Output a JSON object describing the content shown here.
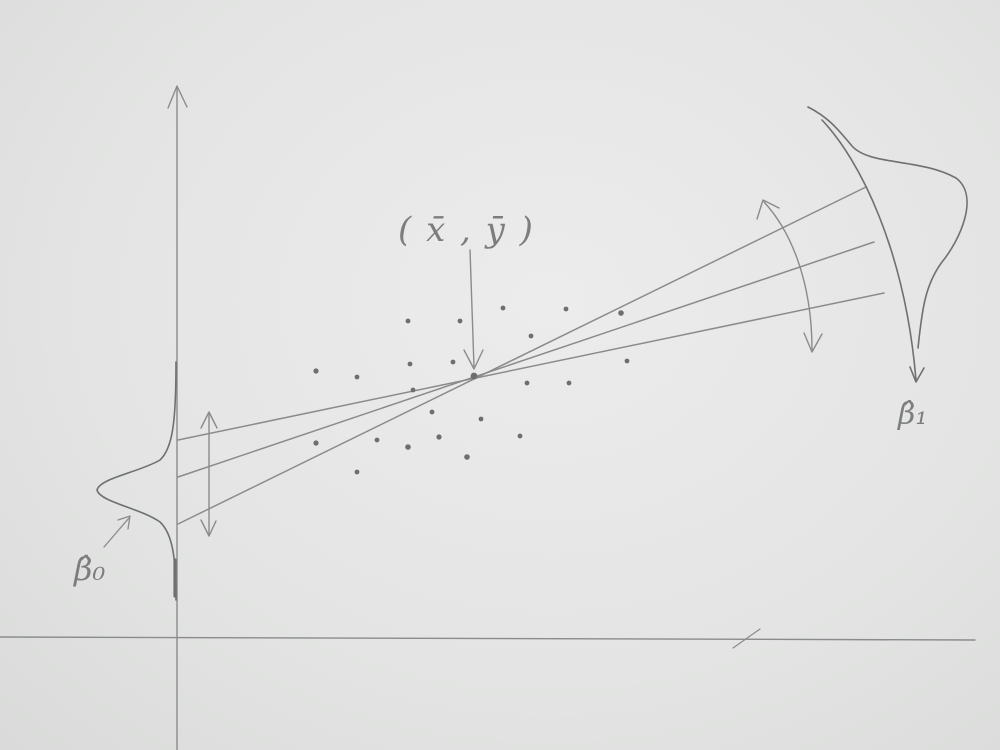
{
  "labels": {
    "mean_point": "( x̄ , ȳ )",
    "beta0": "β̂₀",
    "beta1": "β̂₁"
  },
  "colors": {
    "paper": "#e6e7e6",
    "pencil": "#8a8b8c",
    "dot": "#6d6e70"
  }
}
